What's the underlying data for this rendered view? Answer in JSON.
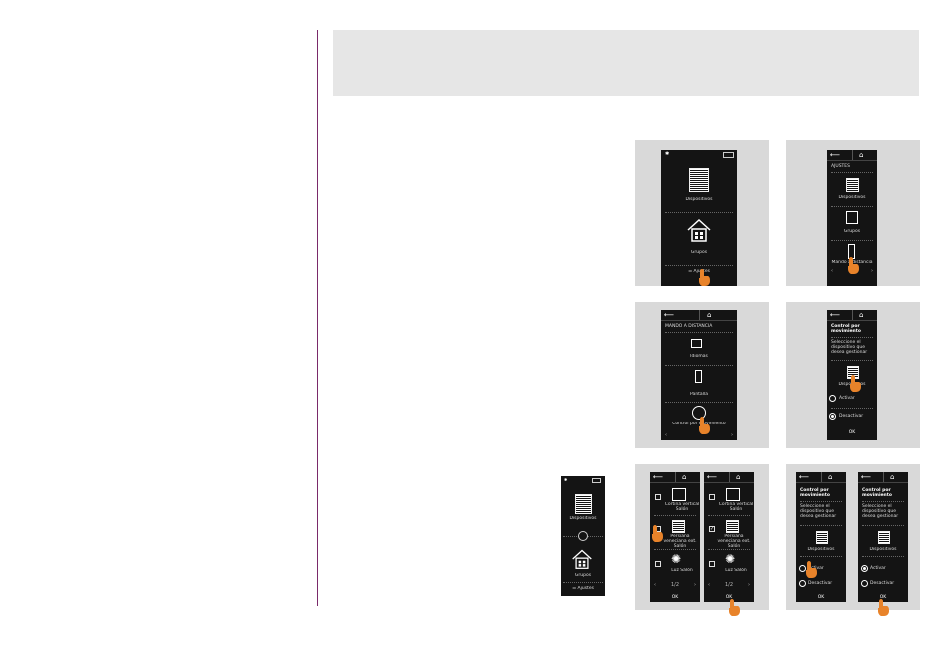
{
  "screens": {
    "s1": {
      "item1": "Dispositivos",
      "item2": "Grupos",
      "bottom": "Ajustes"
    },
    "s2": {
      "title": "AJUSTES",
      "item1": "Dispositivos",
      "item2": "Grupos",
      "item3": "Mando a distancia"
    },
    "s3": {
      "title": "MANDO A DISTANCIA",
      "item1": "Idiomas",
      "item2": "Pantalla",
      "item3": "Control por movimiento"
    },
    "s4": {
      "title": "Control por movimiento",
      "prompt": "Seleccione el dispositivo que desea gestionar",
      "device": "Dispositivos",
      "opt1": "Activar",
      "opt2": "Desactivar",
      "ok": "OK"
    },
    "s5": {
      "item1": "Cortina vertical Salón",
      "item2": "Persiana veneciana ext. Salón",
      "item3": "Luz Salón",
      "page": "1/2",
      "ok": "OK"
    },
    "s6": {
      "title": "Control por movimiento",
      "prompt": "Seleccione el dispositivo que desea gestionar",
      "device": "Dispositivos",
      "opt1": "Activar",
      "opt2": "Desactivar",
      "ok": "OK"
    },
    "device": {
      "item1": "Dispositivos",
      "item2": "Grupos",
      "bottom": "Ajustes"
    }
  },
  "colors": {
    "accent_line": "#7a2a6a",
    "hand": "#e8832a",
    "banner": "#e6e6e6",
    "panel": "#d9d9d9"
  }
}
